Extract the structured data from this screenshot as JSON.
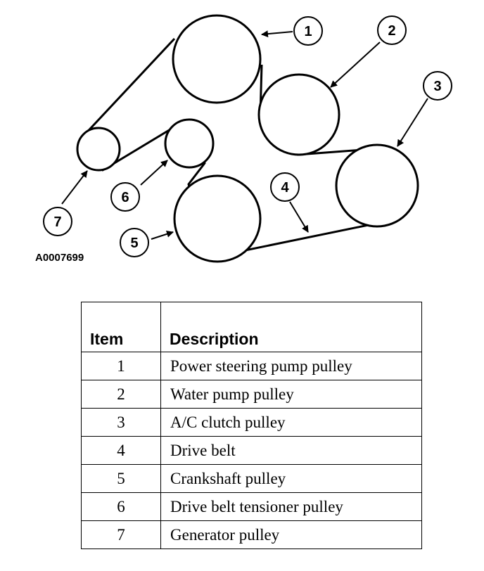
{
  "figure": {
    "id_label": "A0007699",
    "callouts": [
      "1",
      "2",
      "3",
      "4",
      "5",
      "6",
      "7"
    ]
  },
  "table": {
    "headers": {
      "item": "Item",
      "description": "Description"
    },
    "rows": [
      {
        "item": "1",
        "description": "Power steering pump pulley"
      },
      {
        "item": "2",
        "description": "Water pump pulley"
      },
      {
        "item": "3",
        "description": "A/C clutch pulley"
      },
      {
        "item": "4",
        "description": "Drive belt"
      },
      {
        "item": "5",
        "description": "Crankshaft pulley"
      },
      {
        "item": "6",
        "description": "Drive belt tensioner pulley"
      },
      {
        "item": "7",
        "description": "Generator pulley"
      }
    ]
  }
}
